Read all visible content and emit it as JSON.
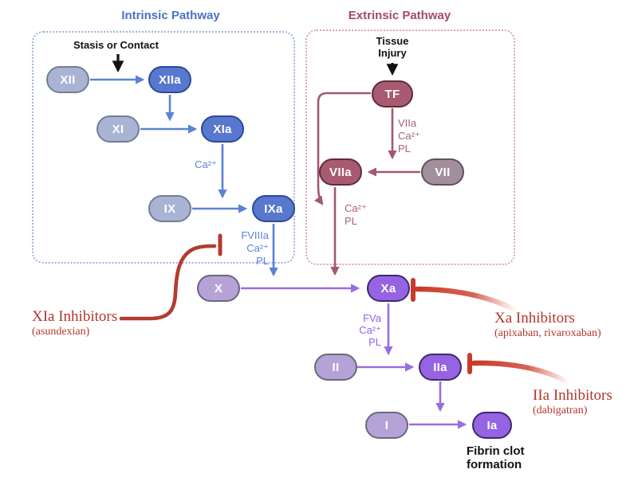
{
  "titles": {
    "intrinsic": "Intrinsic Pathway",
    "extrinsic": "Extrinsic Pathway"
  },
  "annotations": {
    "stasis": "Stasis or Contact",
    "tissue_injury": [
      "Tissue",
      "Injury"
    ],
    "fibrin": [
      "Fibrin clot",
      "formation"
    ]
  },
  "nodes": {
    "xii": "XII",
    "xiia": "XIIa",
    "xi": "XI",
    "xia": "XIa",
    "ix": "IX",
    "ixa": "IXa",
    "tf": "TF",
    "viia": "VIIa",
    "vii": "VII",
    "x": "X",
    "xa": "Xa",
    "ii": "II",
    "iia": "IIa",
    "i": "I",
    "ia": "Ia"
  },
  "cofactors": {
    "xia_to_ixa": [
      "Ca²⁺"
    ],
    "ixa_to_xa": [
      "FVIIIa",
      "Ca²⁺",
      "PL"
    ],
    "tf_to_viia": [
      "VIIa",
      "Ca²⁺",
      "PL"
    ],
    "viia_to_xa": [
      "Ca²⁺",
      "PL"
    ],
    "xa_to_iia": [
      "FVa",
      "Ca²⁺",
      "PL"
    ]
  },
  "inhibitors": {
    "xia": {
      "title": "XIa Inhibitors",
      "drugs": "(asundexian)"
    },
    "xa": {
      "title": "Xa Inhibitors",
      "drugs": "(apixaban, rivaroxaban)"
    },
    "iia": {
      "title": "IIa Inhibitors",
      "drugs": "(dabigatran)"
    }
  },
  "colors": {
    "intrinsic_title": "#4a72c6",
    "extrinsic_title": "#a44a60",
    "active_blue_node": "#5878ce",
    "inactive_blue_node": "#a9b3d3",
    "maroon_node": "#a85a70",
    "mauve_node": "#a28f9c",
    "active_purple_node": "#9663e3",
    "inactive_purple_node": "#b5a3d8",
    "blue_arrow": "#5b82d6",
    "maroon_arrow": "#a2596e",
    "purple_arrow": "#9a6ce0",
    "inhibitor_red": "#b5382d"
  }
}
